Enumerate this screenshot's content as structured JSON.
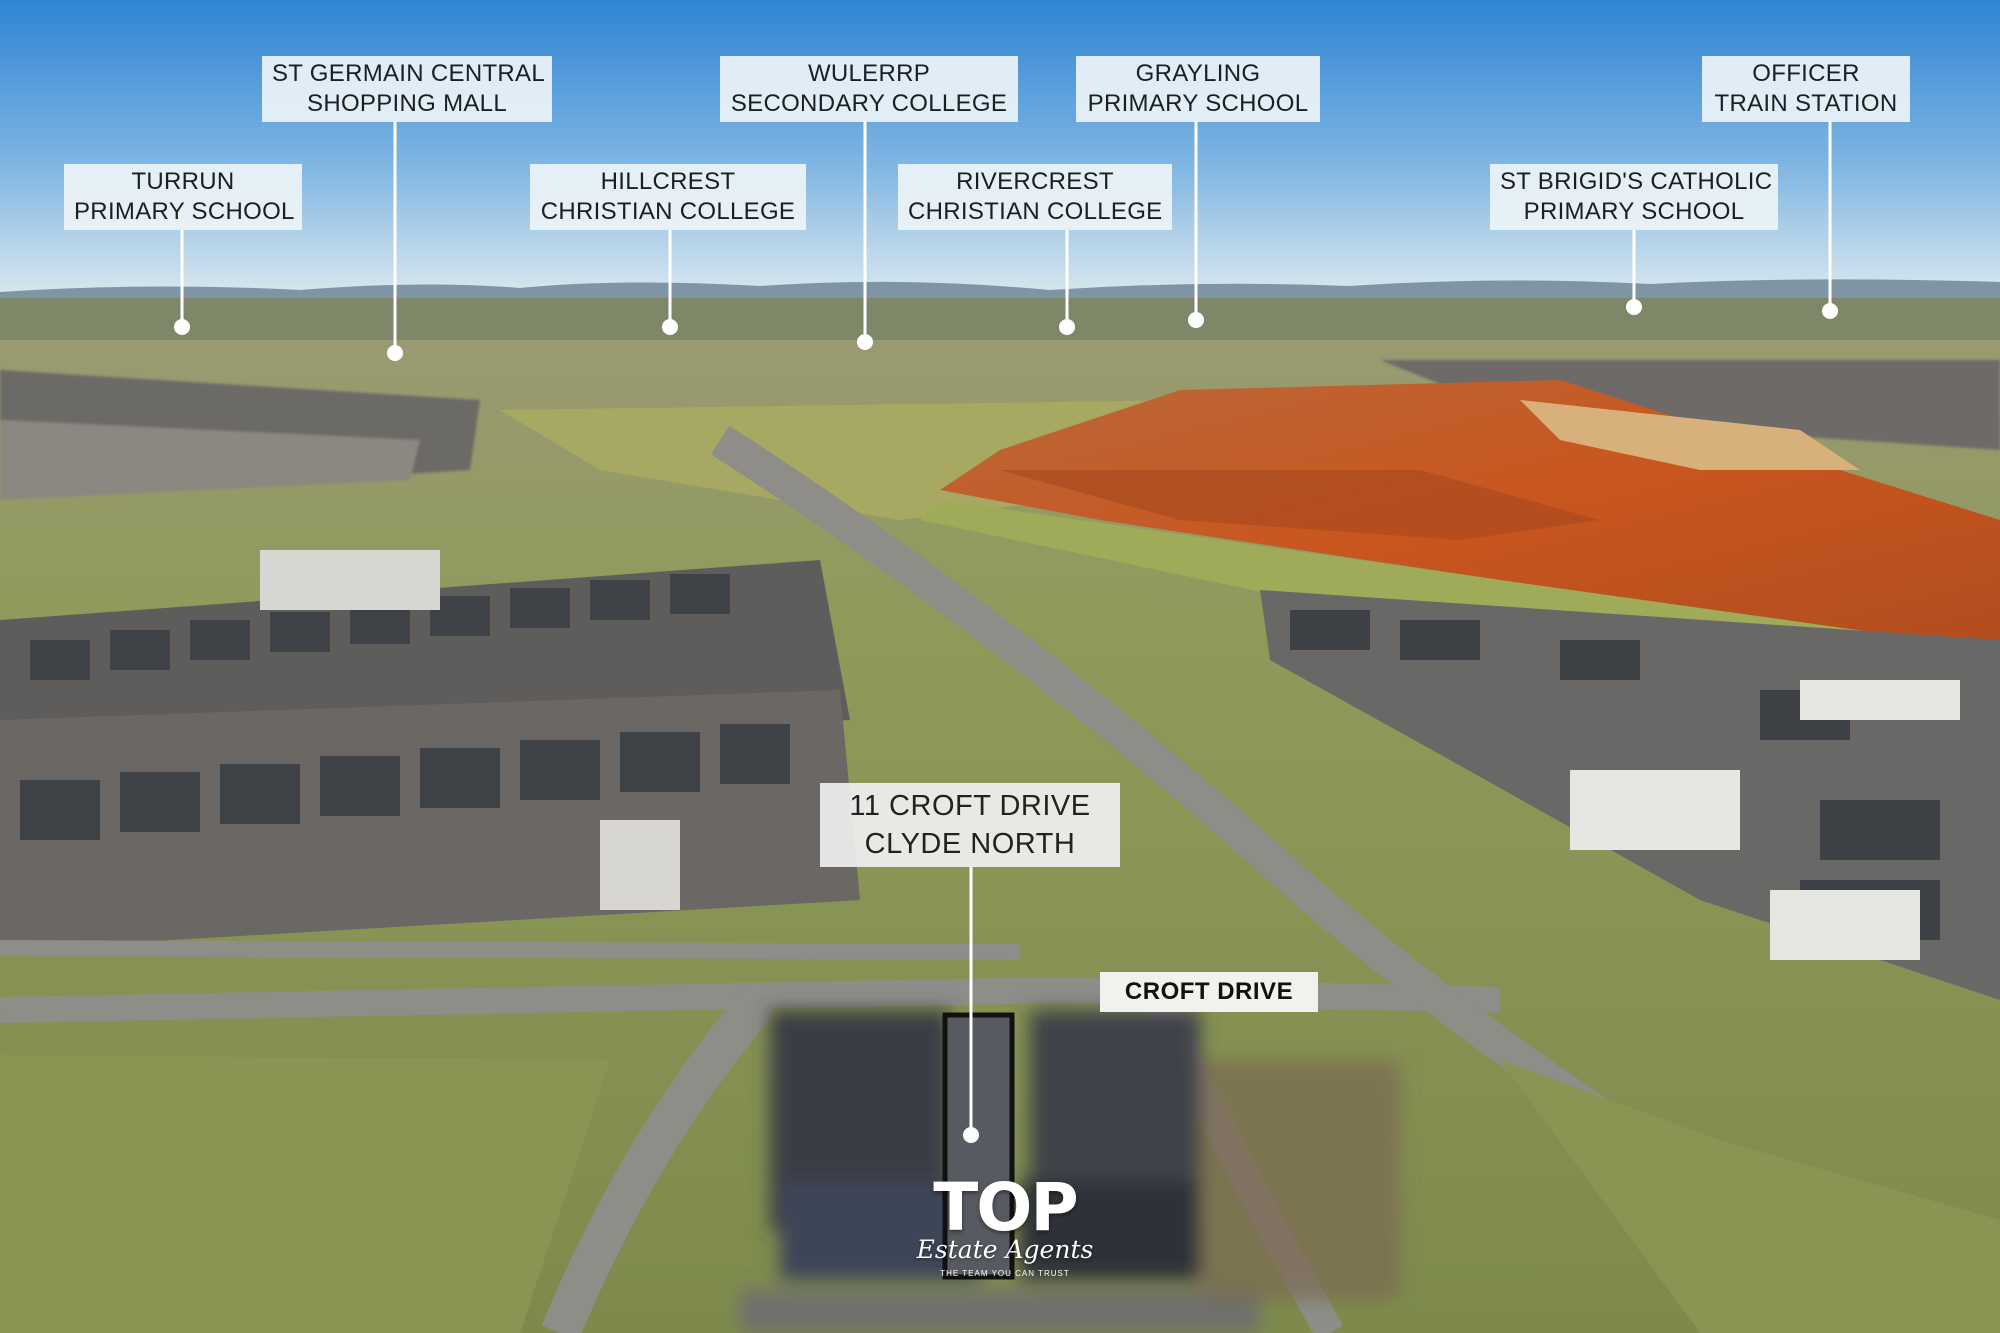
{
  "callouts": [
    {
      "id": "turrun",
      "lines": [
        "TURRUN",
        "PRIMARY SCHOOL"
      ]
    },
    {
      "id": "st-germain",
      "lines": [
        "ST GERMAIN CENTRAL",
        "SHOPPING MALL"
      ]
    },
    {
      "id": "hillcrest",
      "lines": [
        "HILLCREST",
        "CHRISTIAN COLLEGE"
      ]
    },
    {
      "id": "wulerrp",
      "lines": [
        "WULERRP",
        "SECONDARY COLLEGE"
      ]
    },
    {
      "id": "rivercrest",
      "lines": [
        "RIVERCREST",
        "CHRISTIAN COLLEGE"
      ]
    },
    {
      "id": "grayling",
      "lines": [
        "GRAYLING",
        "PRIMARY SCHOOL"
      ]
    },
    {
      "id": "st-brigids",
      "lines": [
        "ST BRIGID'S CATHOLIC",
        "PRIMARY SCHOOL"
      ]
    },
    {
      "id": "officer",
      "lines": [
        "OFFICER",
        "TRAIN STATION"
      ]
    }
  ],
  "subject": {
    "line1": "11 CROFT DRIVE",
    "line2": "CLYDE NORTH"
  },
  "street": {
    "label": "CROFT DRIVE"
  },
  "logo": {
    "wordmark": "TOP",
    "script": "Estate Agents",
    "tagline": "THE TEAM YOU CAN TRUST"
  },
  "colors": {
    "sky_top": "#3f8fd6",
    "sky_horizon": "#d8e8ee",
    "field": "#8d9a56",
    "earthworks": "#c45a2a",
    "label_bg": "#ecf3f8"
  }
}
